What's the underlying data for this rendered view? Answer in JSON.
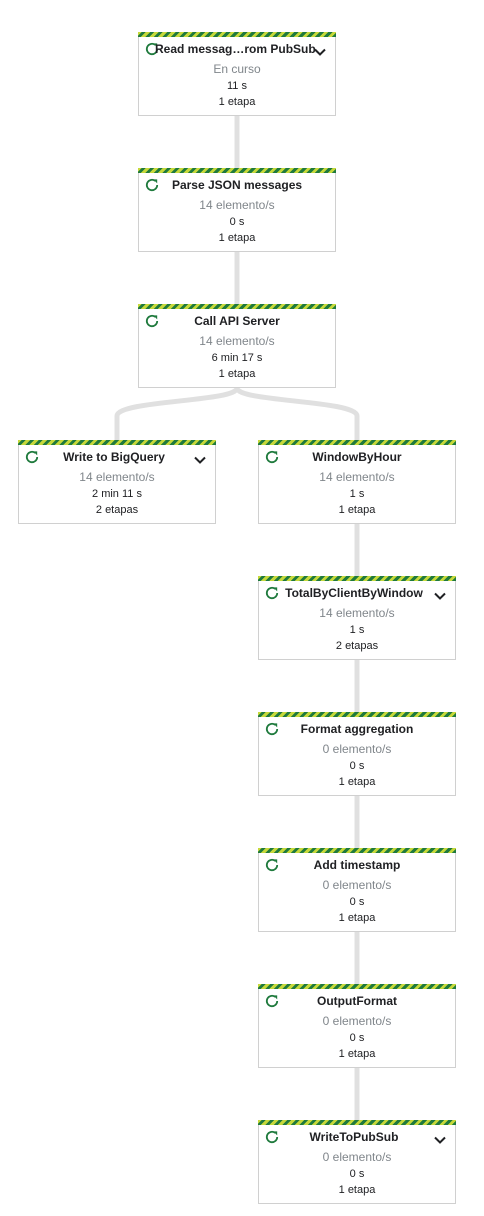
{
  "colors": {
    "running_green": "#1f7a3d",
    "stripe_yellow": "#c6d93a",
    "edge_gray": "#e0e0e0"
  },
  "icons": {
    "status": "refresh-circle-icon",
    "expand": "chevron-down-icon"
  },
  "steps": [
    {
      "id": "read",
      "title": "Read messag…rom PubSub",
      "throughput": "En curso",
      "time": "11 s",
      "stages": "1 etapa",
      "expandable": true
    },
    {
      "id": "parse",
      "title": "Parse JSON messages",
      "throughput": "14 elemento/s",
      "time": "0 s",
      "stages": "1 etapa",
      "expandable": false
    },
    {
      "id": "call-api",
      "title": "Call API Server",
      "throughput": "14 elemento/s",
      "time": "6 min 17 s",
      "stages": "1 etapa",
      "expandable": false
    },
    {
      "id": "bigquery",
      "title": "Write to BigQuery",
      "throughput": "14 elemento/s",
      "time": "2 min 11 s",
      "stages": "2 etapas",
      "expandable": true
    },
    {
      "id": "window",
      "title": "WindowByHour",
      "throughput": "14 elemento/s",
      "time": "1 s",
      "stages": "1 etapa",
      "expandable": false
    },
    {
      "id": "total",
      "title": "TotalByClientByWindow",
      "throughput": "14 elemento/s",
      "time": "1 s",
      "stages": "2 etapas",
      "expandable": true
    },
    {
      "id": "format-agg",
      "title": "Format aggregation",
      "throughput": "0 elemento/s",
      "time": "0 s",
      "stages": "1 etapa",
      "expandable": false
    },
    {
      "id": "timestamp",
      "title": "Add timestamp",
      "throughput": "0 elemento/s",
      "time": "0 s",
      "stages": "1 etapa",
      "expandable": false
    },
    {
      "id": "output-format",
      "title": "OutputFormat",
      "throughput": "0 elemento/s",
      "time": "0 s",
      "stages": "1 etapa",
      "expandable": false
    },
    {
      "id": "write-pubsub",
      "title": "WriteToPubSub",
      "throughput": "0 elemento/s",
      "time": "0 s",
      "stages": "1 etapa",
      "expandable": true
    }
  ],
  "edges": [
    [
      "read",
      "parse"
    ],
    [
      "parse",
      "call-api"
    ],
    [
      "call-api",
      "bigquery"
    ],
    [
      "call-api",
      "window"
    ],
    [
      "window",
      "total"
    ],
    [
      "total",
      "format-agg"
    ],
    [
      "format-agg",
      "timestamp"
    ],
    [
      "timestamp",
      "output-format"
    ],
    [
      "output-format",
      "write-pubsub"
    ]
  ]
}
